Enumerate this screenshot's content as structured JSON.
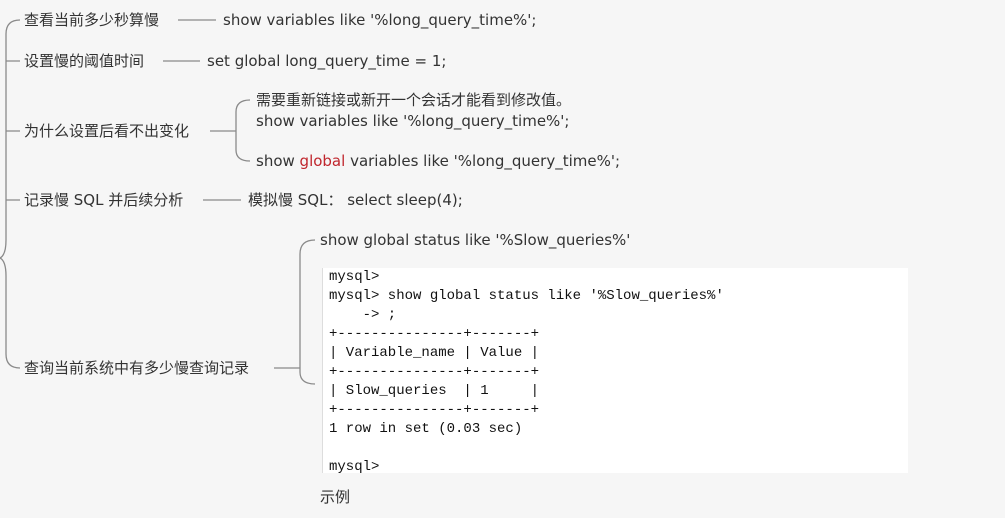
{
  "nodes": [
    {
      "label": "查看当前多少秒算慢",
      "children": [
        "show variables like '%long_query_time%';"
      ]
    },
    {
      "label": "设置慢的阈值时间",
      "children": [
        "set global long_query_time = 1;"
      ]
    },
    {
      "label": "为什么设置后看不出变化",
      "children": [
        "需要重新链接或新开一个会话才能看到修改值。",
        "show variables like '%long_query_time%';"
      ],
      "child3": {
        "prefix": "show ",
        "highlight": "global",
        "suffix": " variables like '%long_query_time%';"
      }
    },
    {
      "label": "记录慢 SQL 并后续分析",
      "children": [
        "模拟慢 SQL：  select sleep(4);"
      ]
    },
    {
      "label": "查询当前系统中有多少慢查询记录",
      "children": [
        "show global status like '%Slow_queries%'"
      ],
      "caption": "示例"
    }
  ],
  "terminal": {
    "lines": [
      "mysql>",
      "mysql> show global status like '%Slow_queries%'",
      "    -> ;",
      "+---------------+-------+",
      "| Variable_name | Value |",
      "+---------------+-------+",
      "| Slow_queries  | 1     |",
      "+---------------+-------+",
      "1 row in set (0.03 sec)",
      "",
      "mysql>"
    ]
  },
  "colors": {
    "highlight": "#c0262d",
    "line": "#8a8a8a"
  }
}
